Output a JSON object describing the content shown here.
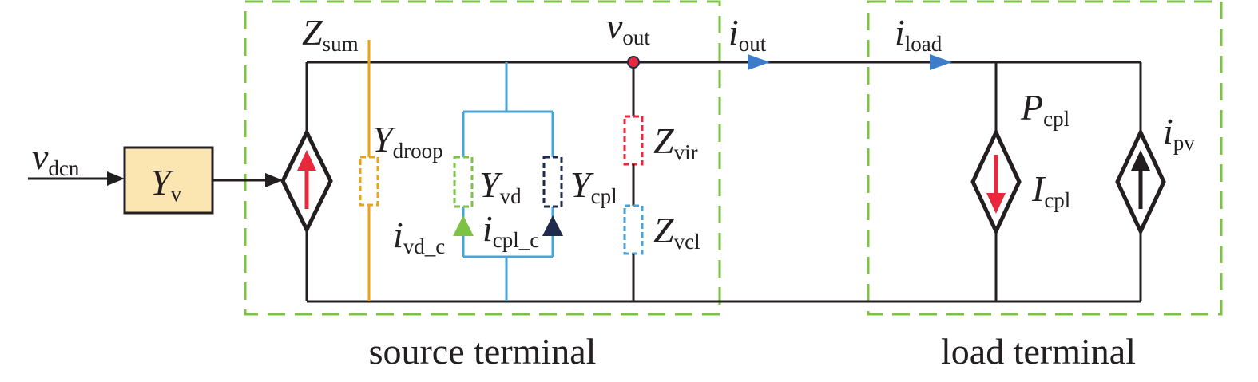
{
  "captions": {
    "source": "source terminal",
    "load": "load terminal"
  },
  "labels": {
    "v_dcn": {
      "main": "v",
      "sub": "dcn"
    },
    "Y_v": {
      "main": "Y",
      "sub": "v"
    },
    "Z_sum": {
      "main": "Z",
      "sub": "sum"
    },
    "v_out": {
      "main": "v",
      "sub": "out"
    },
    "i_out": {
      "main": "i",
      "sub": "out"
    },
    "i_load": {
      "main": "i",
      "sub": "load"
    },
    "Y_droop": {
      "main": "Y",
      "sub": "droop"
    },
    "Y_vd": {
      "main": "Y",
      "sub": "vd"
    },
    "Y_cpl": {
      "main": "Y",
      "sub": "cpl"
    },
    "i_vd_c": {
      "main": "i",
      "sub": "vd_c"
    },
    "i_cpl_c": {
      "main": "i",
      "sub": "cpl_c"
    },
    "Z_vir": {
      "main": "Z",
      "sub": "vir"
    },
    "Z_vcl": {
      "main": "Z",
      "sub": "vcl"
    },
    "P_cpl": {
      "main": "P",
      "sub": "cpl"
    },
    "I_cpl": {
      "main": "I",
      "sub": "cpl"
    },
    "i_pv": {
      "main": "i",
      "sub": "pv"
    }
  },
  "colors": {
    "wire": "#231f20",
    "terminal_box": "#7dc242",
    "block_fill": "#fbe5b1",
    "zsum_line": "#e8a317",
    "cyan_branch": "#4aa3d6",
    "arrow_red": "#e8283c",
    "arrow_blue": "#3d7cc9",
    "droop_box": "#e8a317",
    "vd_box": "#7dc242",
    "cpl_box": "#1f2a4d",
    "vir_box": "#e8283c",
    "vcl_box": "#4aa3d6",
    "node": "#e8283c"
  }
}
